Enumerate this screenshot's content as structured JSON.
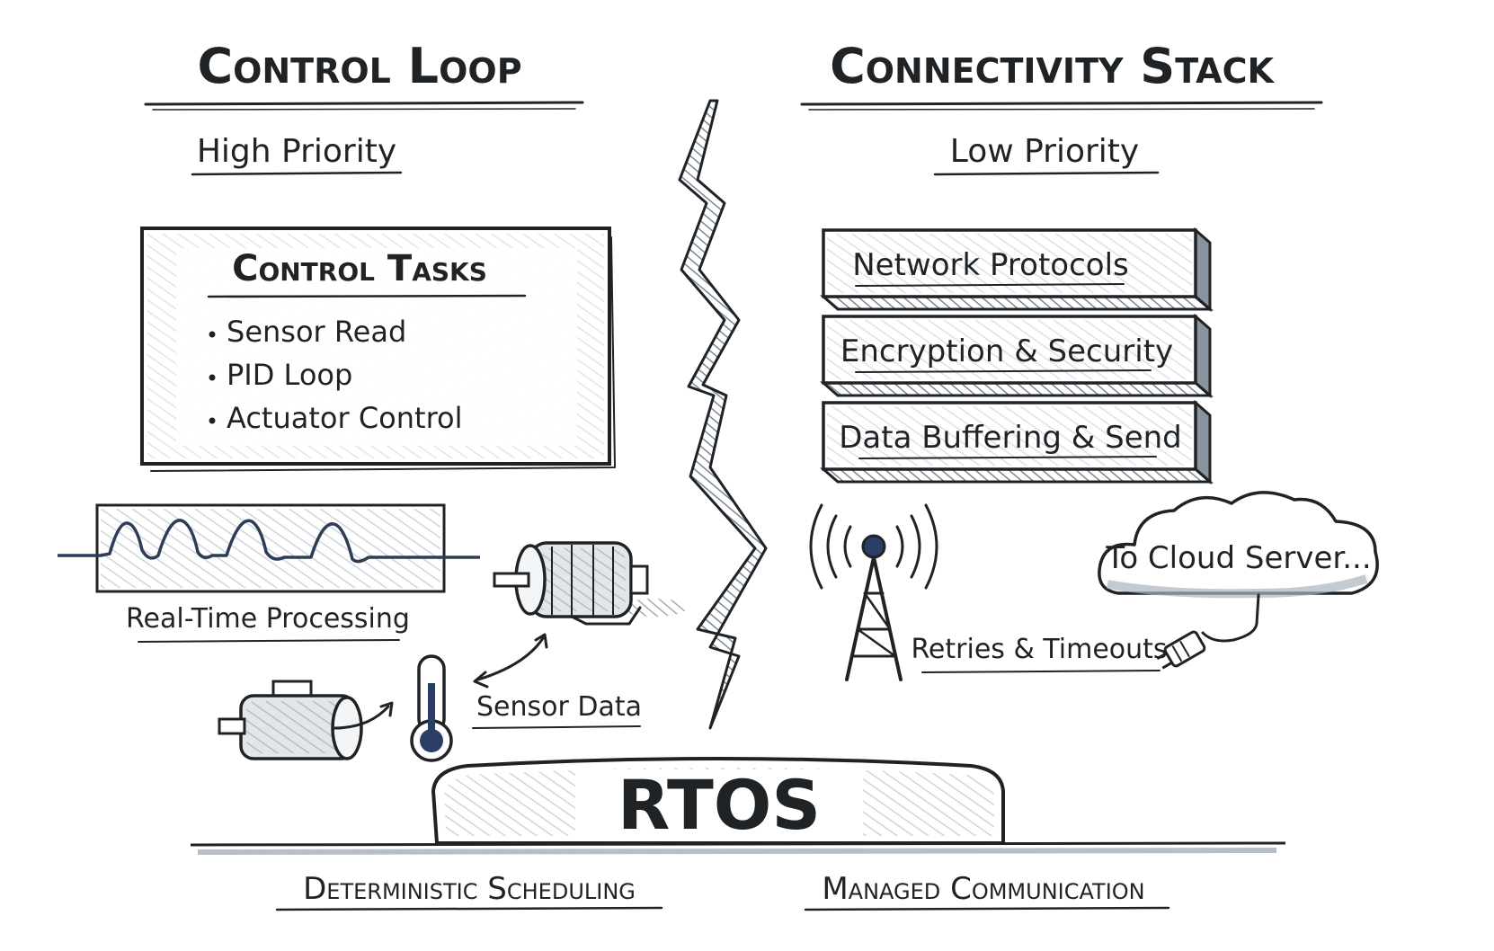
{
  "left": {
    "title": "Control Loop",
    "priority": "High Priority",
    "tasks_box": {
      "title": "Control Tasks",
      "items": [
        "Sensor Read",
        "PID Loop",
        "Actuator Control"
      ]
    },
    "waveform_label": "Real-Time Processing",
    "sensor_label": "Sensor Data"
  },
  "right": {
    "title": "Connectivity Stack",
    "priority": "Low Priority",
    "stack": [
      "Network Protocols",
      "Encryption & Security",
      "Data Buffering & Send"
    ],
    "cloud_label": "To Cloud Server...",
    "antenna_label": "Retries & Timeouts"
  },
  "center": {
    "rtos_label": "RTOS"
  },
  "footer": {
    "left": "Deterministic Scheduling",
    "right": "Managed Communication"
  },
  "icons": {
    "motor": "motor-icon",
    "thermometer": "thermometer-icon",
    "antenna": "antenna-icon",
    "cloud": "cloud-icon",
    "plug": "plug-icon",
    "divider": "lightning-divider"
  },
  "colors": {
    "ink": "#1f2326",
    "shade": "#aab3bd",
    "wave": "#2c3e55",
    "thermo_bulb": "#2c3e66"
  }
}
